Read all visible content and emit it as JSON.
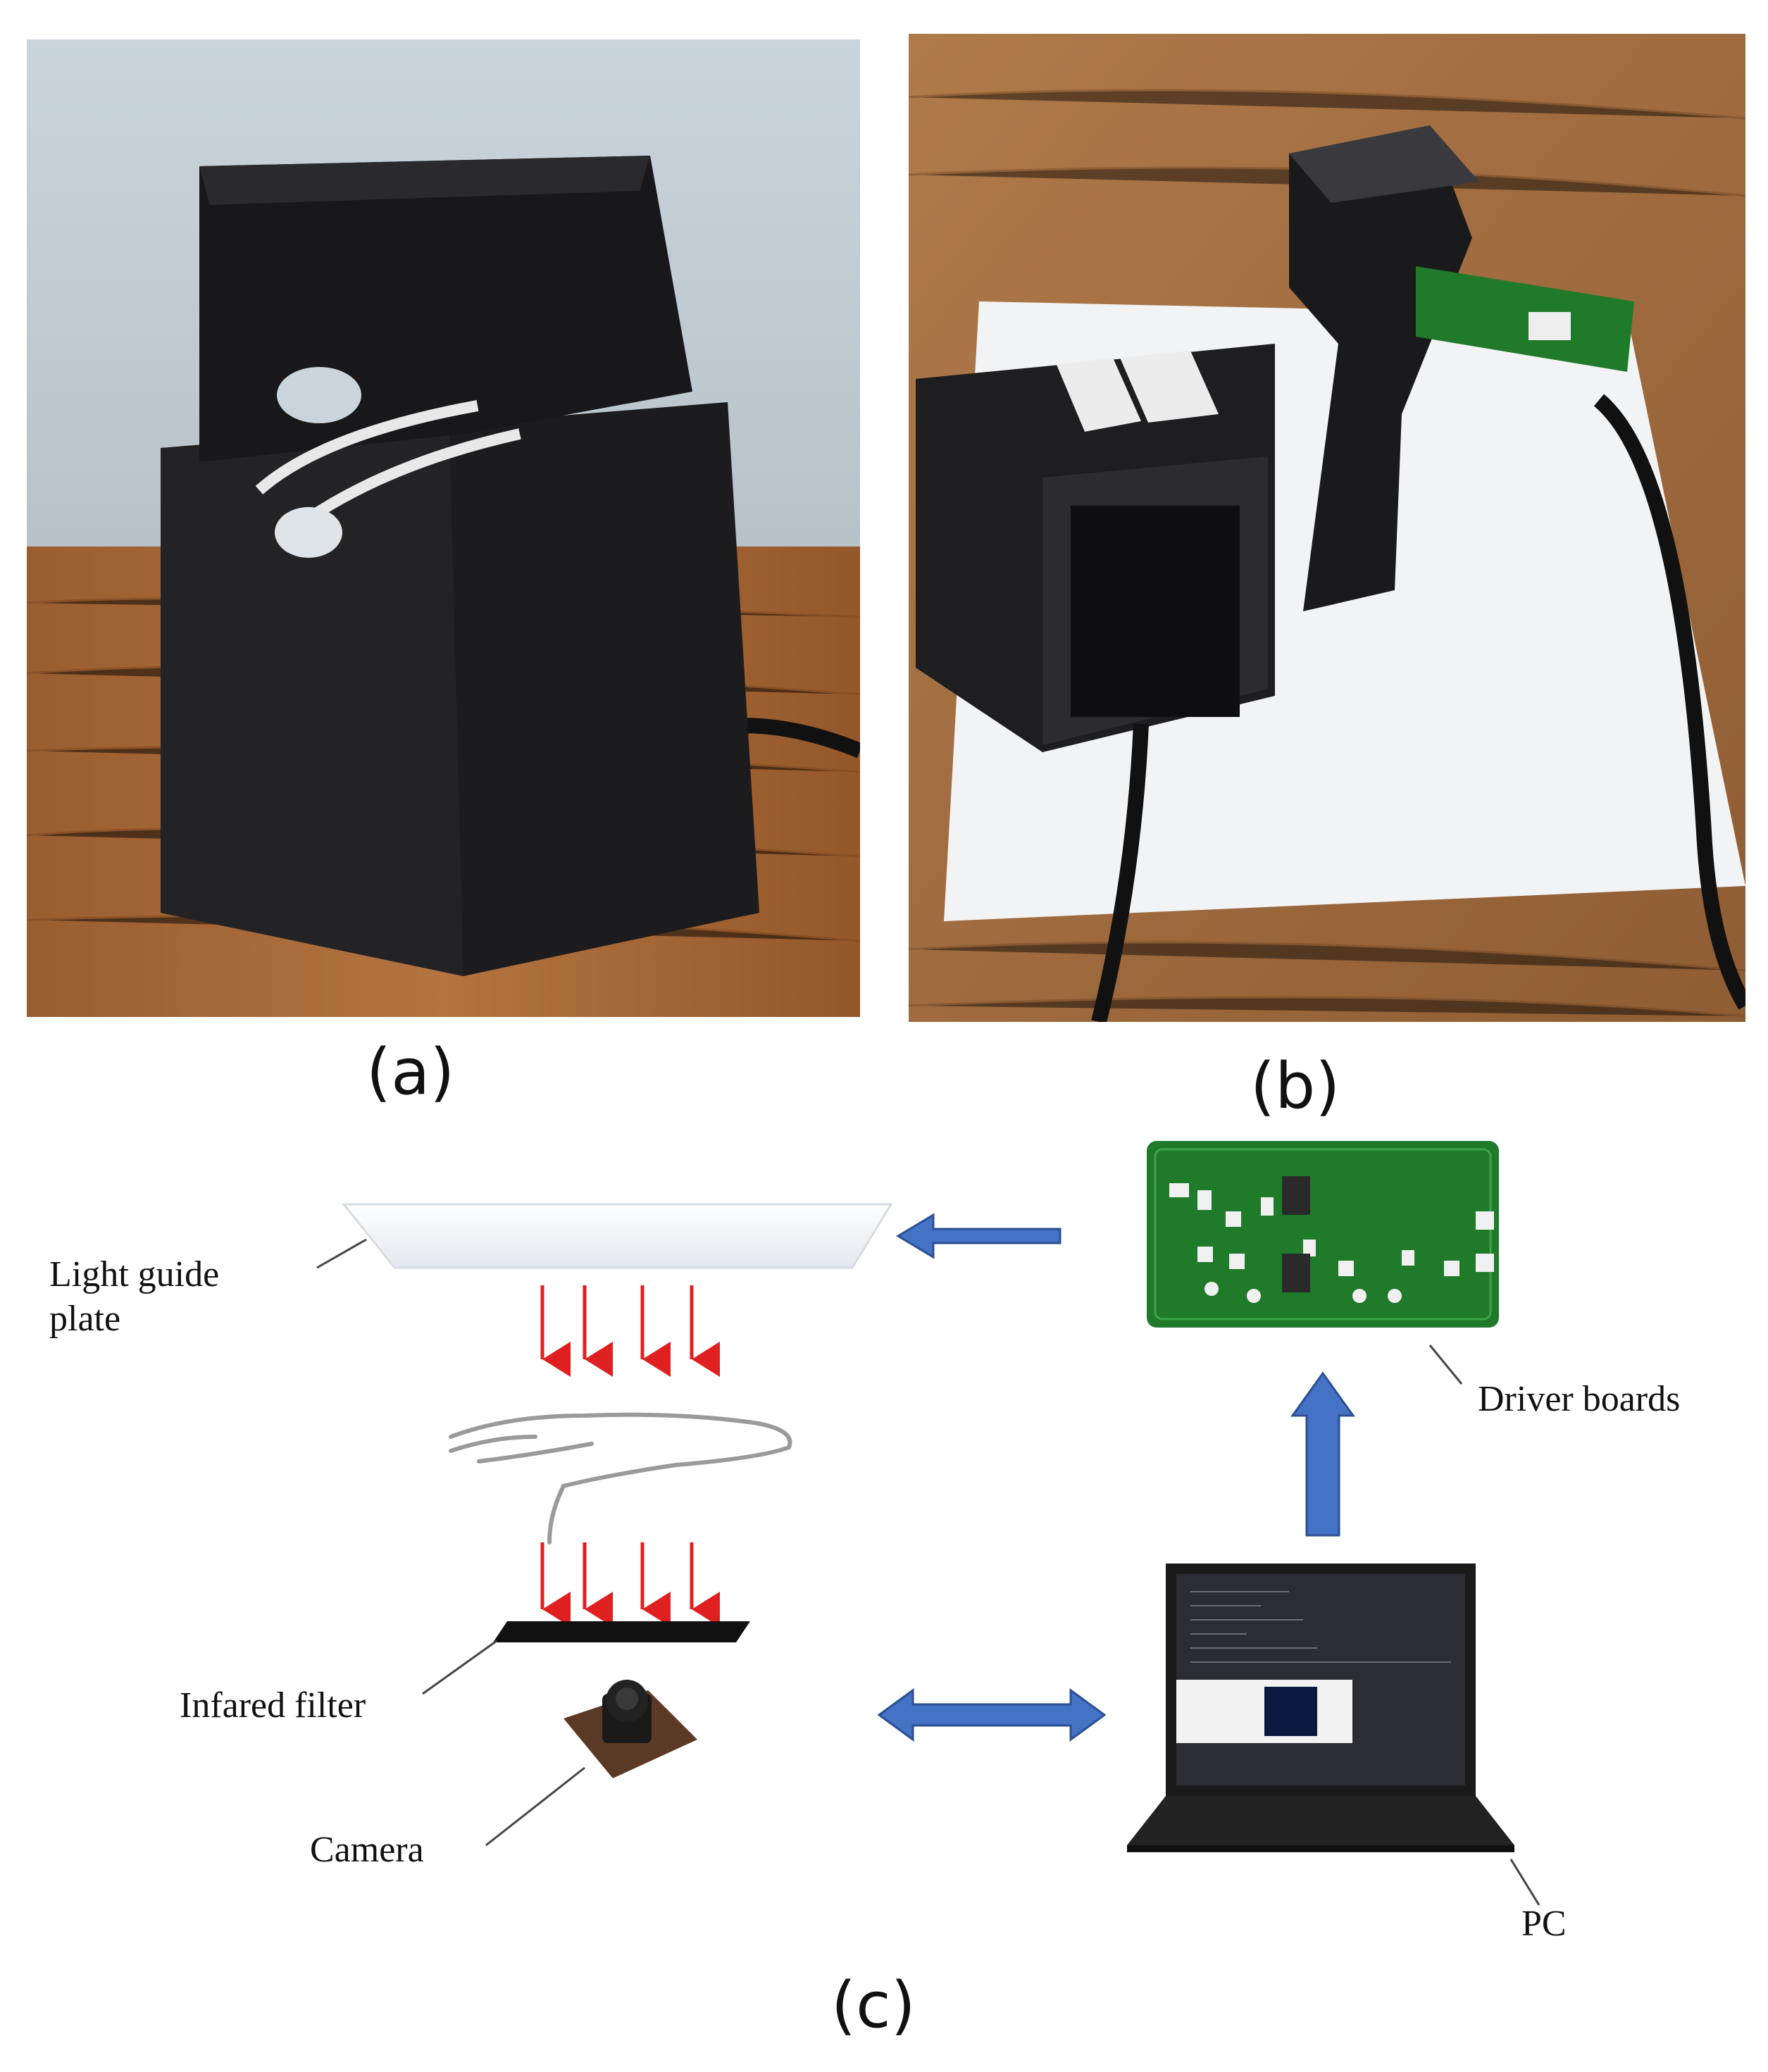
{
  "panels": {
    "a": "(a)",
    "b": "(b)",
    "c": "(c)"
  },
  "callouts": {
    "light_guide_plate": "Light guide\nplate",
    "driver_boards": "Driver boards",
    "infrared_filter": "Infared filter",
    "camera": "Camera",
    "pc": "PC"
  },
  "colors": {
    "device_black": "#1c1c1e",
    "wood": "#a8693a",
    "pcb_green": "#1f7a2a",
    "arrow_blue": "#4472c4",
    "ray_red": "#e02020"
  }
}
